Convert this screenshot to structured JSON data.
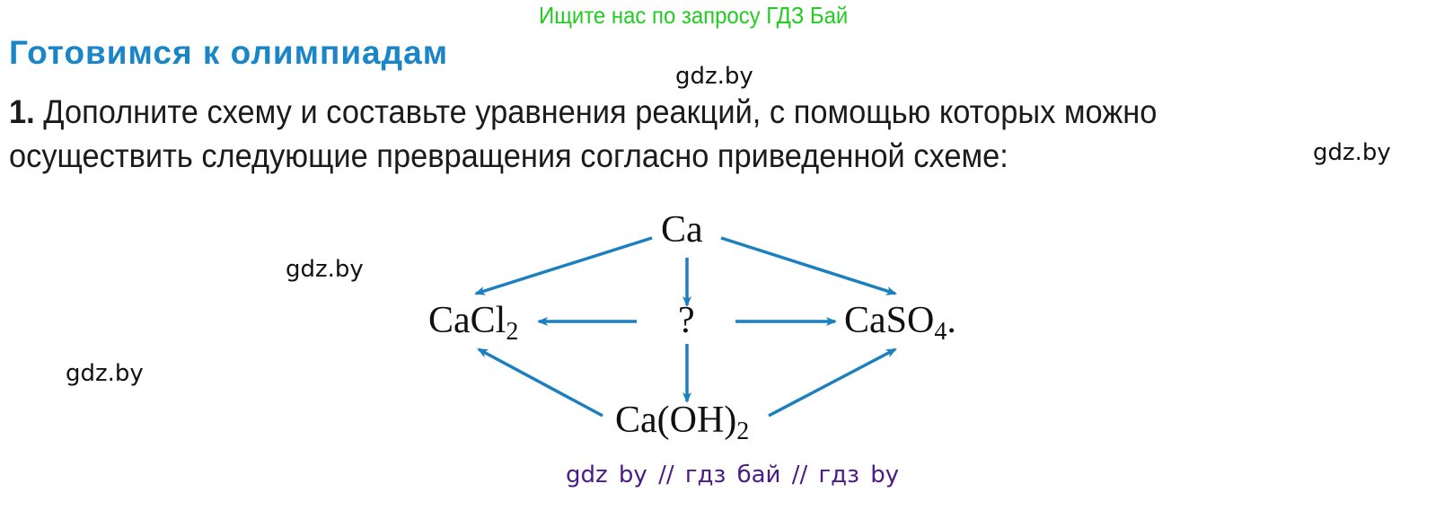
{
  "banner": {
    "text": "Ищите нас по запросу ГДЗ Бай",
    "color": "#22cc22"
  },
  "heading": {
    "text": "Готовимся к олимпиадам",
    "color": "#1a86c8"
  },
  "watermarks": [
    "gdz.by",
    "gdz.by",
    "gdz.by",
    "gdz.by"
  ],
  "task": {
    "number": "1.",
    "line1": "Дополните схему и составьте уравнения реакций, с помощью которых можно",
    "line2": "осуществить следующие превращения согласно приведенной схеме:"
  },
  "diagram": {
    "arrow_color": "#1b7fc0",
    "nodes": {
      "top": {
        "base": "Ca",
        "sub": ""
      },
      "left": {
        "base": "CaCl",
        "sub": "2"
      },
      "center": {
        "base": "?",
        "sub": ""
      },
      "right": {
        "base": "CaSO",
        "sub": "4",
        "suffix": "."
      },
      "bottom": {
        "base": "Ca(OH)",
        "sub": "2"
      }
    },
    "edges": [
      [
        "Ca",
        "CaCl2"
      ],
      [
        "Ca",
        "?"
      ],
      [
        "Ca",
        "CaSO4"
      ],
      [
        "?",
        "CaCl2"
      ],
      [
        "?",
        "CaSO4"
      ],
      [
        "?",
        "Ca(OH)2"
      ],
      [
        "Ca(OH)2",
        "CaCl2"
      ],
      [
        "Ca(OH)2",
        "CaSO4"
      ]
    ]
  },
  "footer": {
    "text": "gdz by  //  гдз бай  //  гдз by",
    "color": "#4b1a86"
  }
}
